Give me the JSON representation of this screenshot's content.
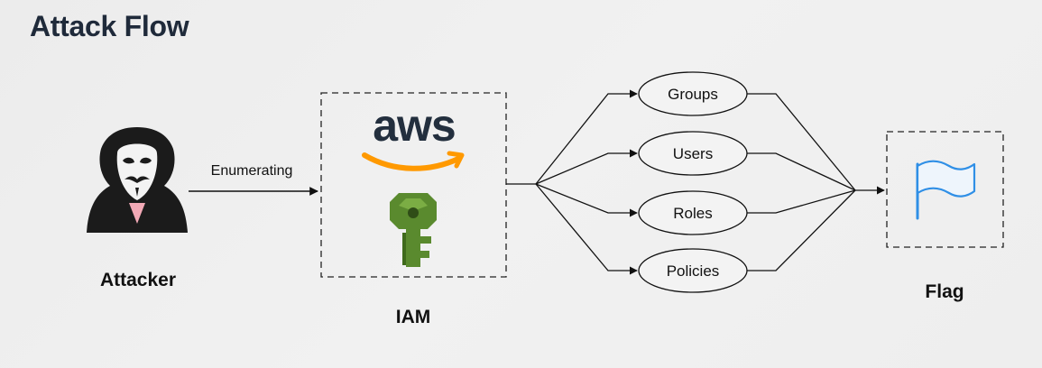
{
  "title": "Attack Flow",
  "nodes": {
    "attacker": {
      "label": "Attacker"
    },
    "iam": {
      "label": "IAM",
      "logo_text": "aws"
    },
    "flag": {
      "label": "Flag"
    }
  },
  "edges": {
    "enumerating": {
      "label": "Enumerating"
    }
  },
  "resources": [
    {
      "label": "Groups"
    },
    {
      "label": "Users"
    },
    {
      "label": "Roles"
    },
    {
      "label": "Policies"
    }
  ],
  "colors": {
    "title": "#1f2a3a",
    "aws_text": "#232f3e",
    "aws_smile": "#ff9900",
    "key_green": "#5a8a2e",
    "flag_blue": "#2f8fe6",
    "line": "#111111"
  },
  "icons": {
    "attacker": "hooded-mask-icon",
    "iam": "iam-key-icon",
    "flag": "flag-icon"
  }
}
